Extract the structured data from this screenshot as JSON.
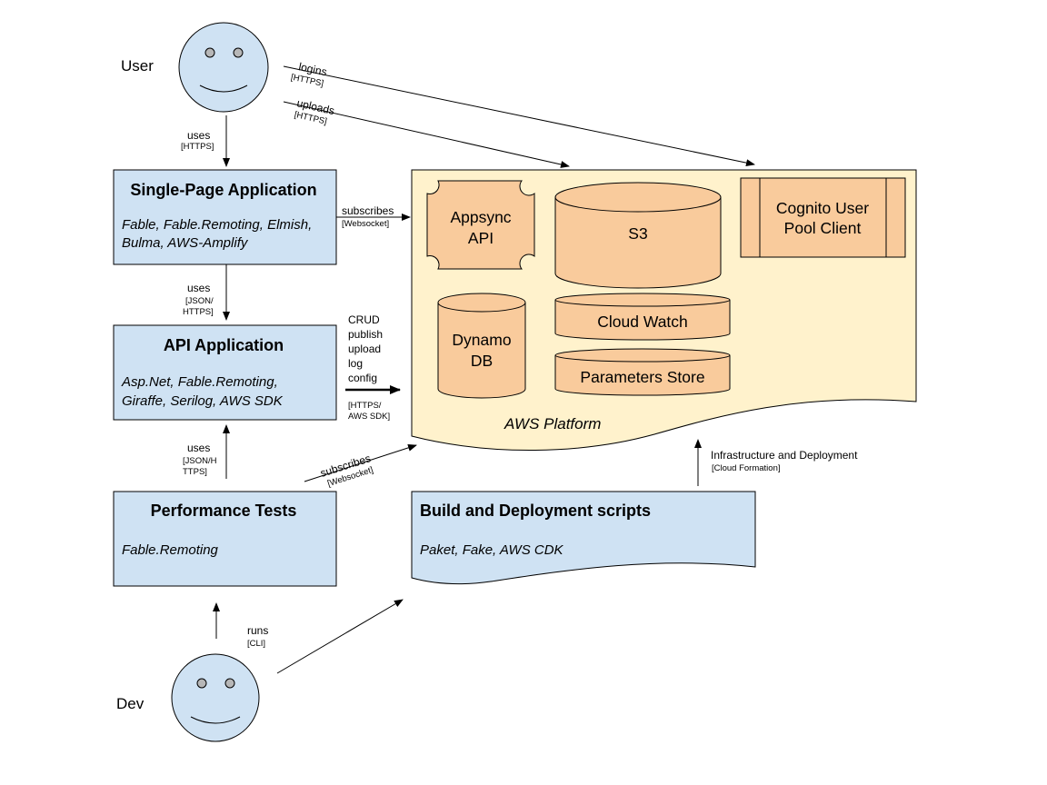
{
  "actors": {
    "user": "User",
    "dev": "Dev"
  },
  "boxes": {
    "spa": {
      "title": "Single-Page Application",
      "tech_line1": "Fable, Fable.Remoting, Elmish,",
      "tech_line2": "Bulma, AWS-Amplify"
    },
    "api": {
      "title": "API Application",
      "tech_line1": "Asp.Net, Fable.Remoting,",
      "tech_line2": "Giraffe, Serilog, AWS SDK"
    },
    "perf": {
      "title": "Performance Tests",
      "tech_line1": "Fable.Remoting"
    },
    "build": {
      "title": "Build and Deployment scripts",
      "tech_line1": "Paket, Fake, AWS CDK"
    }
  },
  "platform": {
    "label": "AWS Platform",
    "services": {
      "appsync_line1": "Appsync",
      "appsync_line2": "API",
      "s3": "S3",
      "cognito_line1": "Cognito User",
      "cognito_line2": "Pool Client",
      "dynamo_line1": "Dynamo",
      "dynamo_line2": "DB",
      "cloudwatch": "Cloud Watch",
      "params": "Parameters Store"
    }
  },
  "edges": {
    "logins": {
      "label": "logins",
      "proto": "[HTTPS]"
    },
    "uploads": {
      "label": "uploads",
      "proto": "[HTTPS]"
    },
    "user_spa": {
      "label": "uses",
      "proto": "[HTTPS]"
    },
    "spa_sub": {
      "label": "subscribes",
      "proto": "[Websocket]"
    },
    "spa_api": {
      "label": "uses",
      "proto1": "[JSON/",
      "proto2": "HTTPS]"
    },
    "api_aws": {
      "ops": [
        "CRUD",
        "publish",
        "upload",
        "log",
        "config"
      ],
      "proto1": "[HTTPS/",
      "proto2": "AWS SDK]"
    },
    "perf_api": {
      "label": "uses",
      "proto1": "[JSON/H",
      "proto2": "TTPS]"
    },
    "perf_sub": {
      "label": "subscribes",
      "proto": "[Websocket]"
    },
    "infra": {
      "label": "Infrastructure and Deployment",
      "proto": "[Cloud Formation]"
    },
    "dev_perf": {
      "label": "runs",
      "proto": "[CLI]"
    }
  },
  "colors": {
    "box_fill": "#cfe2f3",
    "platform_fill": "#fff2cc",
    "service_fill": "#f9cb9c",
    "actor_fill": "#cfe2f3",
    "stroke": "#000000"
  }
}
